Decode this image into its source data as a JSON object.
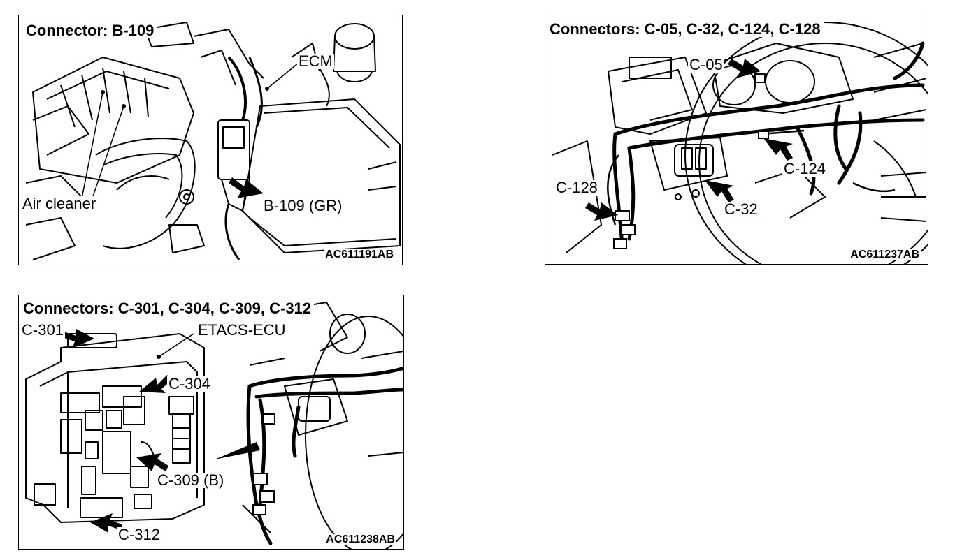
{
  "panel1": {
    "title": "Connector: B-109",
    "code": "AC611191AB",
    "labels": {
      "ecm": "ECM",
      "air_cleaner": "Air cleaner",
      "b109": "B-109 (GR)"
    }
  },
  "panel2": {
    "title": "Connectors: C-05, C-32, C-124, C-128",
    "code": "AC611237AB",
    "labels": {
      "c05": "C-05",
      "c124": "C-124",
      "c128": "C-128",
      "c32": "C-32"
    }
  },
  "panel3": {
    "title": "Connectors: C-301, C-304, C-309, C-312",
    "code": "AC611238AB",
    "labels": {
      "c301": "C-301",
      "etacs": "ETACS-ECU",
      "c304": "C-304",
      "c309": "C-309 (B)",
      "c312": "C-312"
    }
  }
}
